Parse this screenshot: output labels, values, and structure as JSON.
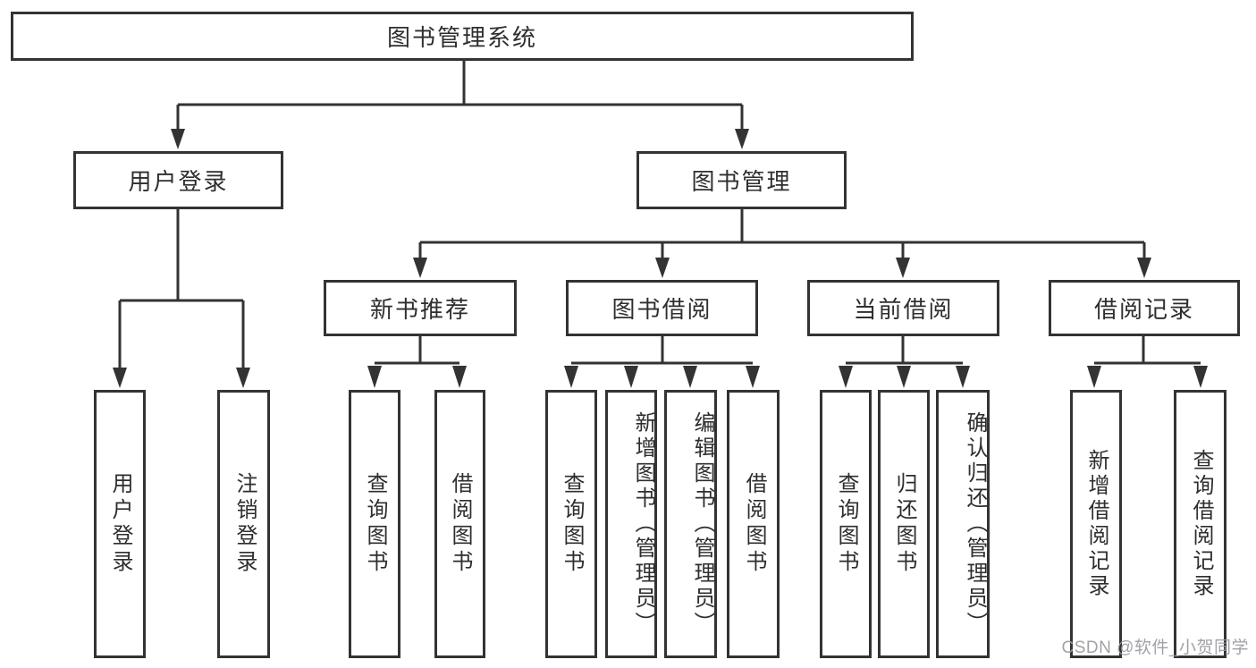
{
  "title": {
    "label": "图书管理系统"
  },
  "branches": {
    "user": {
      "label": "用户登录",
      "children": [
        {
          "label": "用户登录"
        },
        {
          "label": "注销登录"
        }
      ]
    },
    "books": {
      "label": "图书管理",
      "groups": [
        {
          "label": "新书推荐",
          "children": [
            {
              "label": "查询图书"
            },
            {
              "label": "借阅图书"
            }
          ]
        },
        {
          "label": "图书借阅",
          "children": [
            {
              "label": "查询图书"
            },
            {
              "label": "新增图书（管理员）"
            },
            {
              "label": "编辑图书（管理员）"
            },
            {
              "label": "借阅图书"
            }
          ]
        },
        {
          "label": "当前借阅",
          "children": [
            {
              "label": "查询图书"
            },
            {
              "label": "归还图书"
            },
            {
              "label": "确认归还（管理员）"
            }
          ]
        },
        {
          "label": "借阅记录",
          "children": [
            {
              "label": "新增借阅记录"
            },
            {
              "label": "查询借阅记录"
            }
          ]
        }
      ]
    }
  },
  "watermark": {
    "text": "CSDN @软件_小贺同学"
  },
  "colors": {
    "line": "#333333",
    "text": "#2e2e2e",
    "watermark": "#9a9aa0",
    "background": "#ffffff"
  }
}
